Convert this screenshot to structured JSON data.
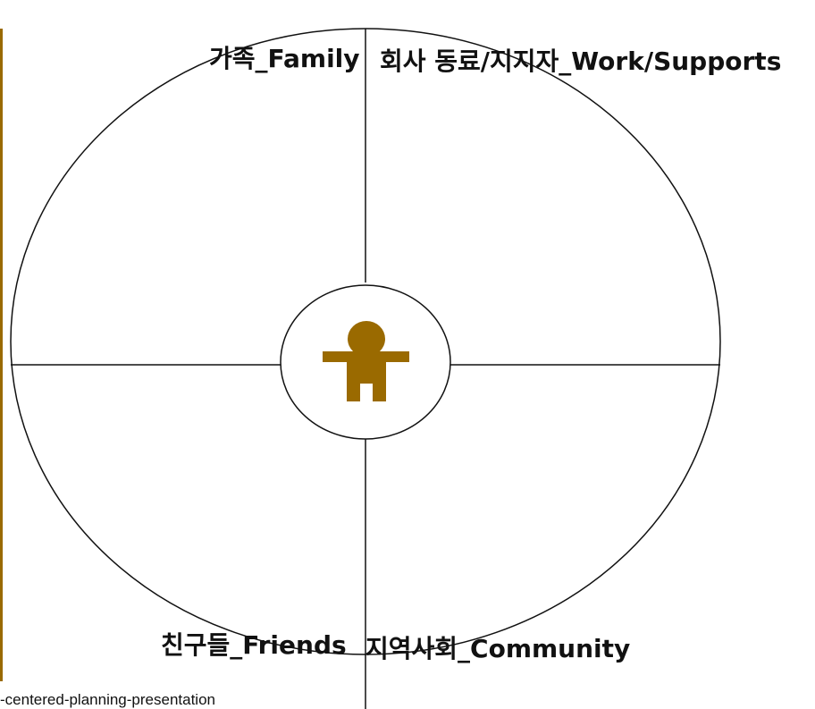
{
  "quadrants": {
    "family": "가족_Family",
    "work_supports": "회사 동료/지지자_Work/Supports",
    "friends": "친구들_Friends",
    "community": "지역사회_Community"
  },
  "center": {
    "icon": "person-icon"
  },
  "footer": {
    "caption": "-centered-planning-presentation"
  },
  "colors": {
    "accent": "#9a6a00",
    "line": "#111111",
    "background": "#ffffff"
  }
}
